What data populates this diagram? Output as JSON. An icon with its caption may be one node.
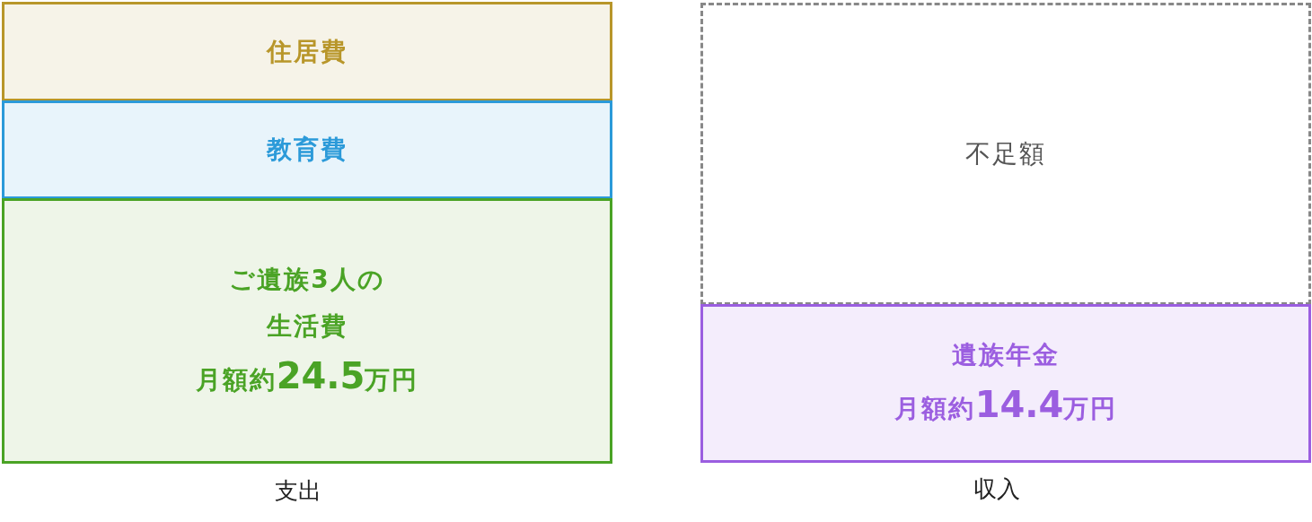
{
  "diagram": {
    "nodes": [
      {
        "text": [
          "住居費"
        ]
      },
      {
        "text": [
          "教育費"
        ]
      },
      {
        "text": [
          "ご遺族3人の生活費",
          "月額約24.5万円"
        ]
      },
      {
        "text": [
          "不足額"
        ]
      },
      {
        "text": [
          "遺族年金",
          "月額約14.4万円"
        ]
      }
    ],
    "edges": [],
    "labels": [
      "支出",
      "収入"
    ]
  }
}
